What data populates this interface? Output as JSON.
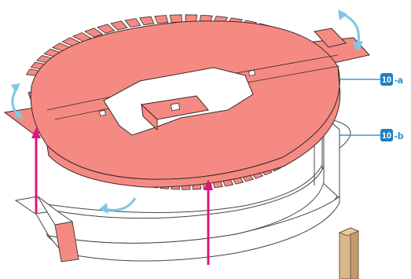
{
  "figure": {
    "description_id": "assembly-step-10",
    "colors": {
      "lid_fill": "#f58a83",
      "lid_stroke": "#3a2a2a",
      "base_fill": "#ffffff",
      "base_stroke": "#444444",
      "arrow_magenta": "#e0147b",
      "arrow_blue": "#7ec8e3",
      "callout_blue": "#1c7fc1",
      "stick_fill": "#d8b78c",
      "stick_stroke": "#7a5a3a"
    },
    "callouts": [
      {
        "number": "10",
        "suffix": "-a"
      },
      {
        "number": "10",
        "suffix": "-b"
      }
    ]
  }
}
